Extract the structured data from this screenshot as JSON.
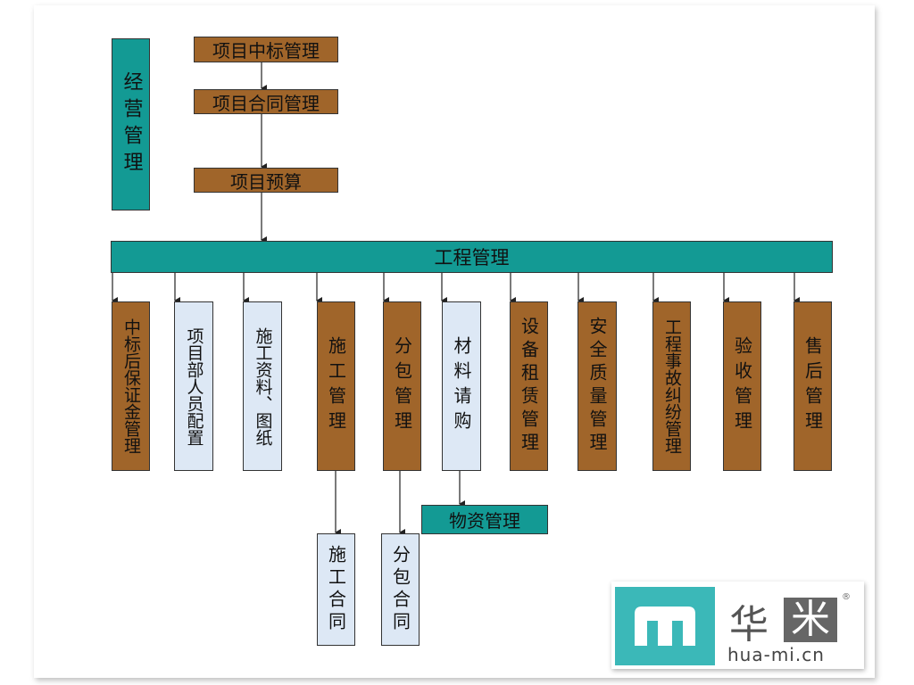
{
  "colors": {
    "brown": "#a0652a",
    "teal": "#139a94",
    "light_blue": "#dde8f5"
  },
  "business": {
    "label": "经营管理"
  },
  "top_flow": [
    "项目中标管理",
    "项目合同管理",
    "项目预算"
  ],
  "engineering": {
    "label": "工程管理"
  },
  "columns": [
    "中标后保证金管理",
    "项目部人员配置",
    "施工资料、图纸",
    "施工管理",
    "分包管理",
    "材料请购",
    "设备租赁管理",
    "安全质量管理",
    "工程事故纠纷管理",
    "验收管理",
    "售后管理"
  ],
  "sub": {
    "materials": "物资管理",
    "construction_contract": "施工合同",
    "subcontract_contract": "分包合同"
  },
  "logo": {
    "brand": "华米",
    "url": "hua-mi.cn",
    "mark": "®"
  }
}
